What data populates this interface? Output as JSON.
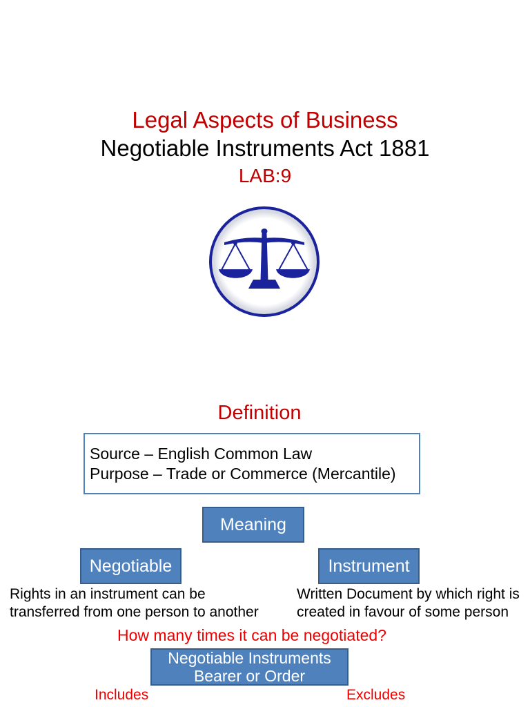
{
  "header": {
    "title": "Legal Aspects of Business",
    "subtitle": "Negotiable Instruments Act 1881",
    "code": "LAB:9"
  },
  "logo": {
    "icon": "scales-of-justice-icon"
  },
  "definition": {
    "heading": "Definition",
    "lines": [
      "Source – English Common Law",
      "Purpose – Trade or Commerce (Mercantile)"
    ]
  },
  "meaning": {
    "label": "Meaning",
    "negotiable": {
      "label": "Negotiable",
      "description": [
        "Rights in an instrument can be",
        "transferred from one person to another"
      ]
    },
    "instrument": {
      "label": "Instrument",
      "description": [
        "Written Document by which right is",
        "created in favour of some person"
      ]
    }
  },
  "negotiation": {
    "question": "How many times it can be negotiated?",
    "box_lines": [
      "Negotiable Instruments",
      "Bearer or Order"
    ],
    "includes": "Includes",
    "excludes": "Excludes"
  },
  "colors": {
    "heading_red": "#c00000",
    "accent_red": "#ee0000",
    "box_blue": "#4f81bd",
    "box_border": "#385d8a",
    "logo_blue": "#1a229c"
  }
}
